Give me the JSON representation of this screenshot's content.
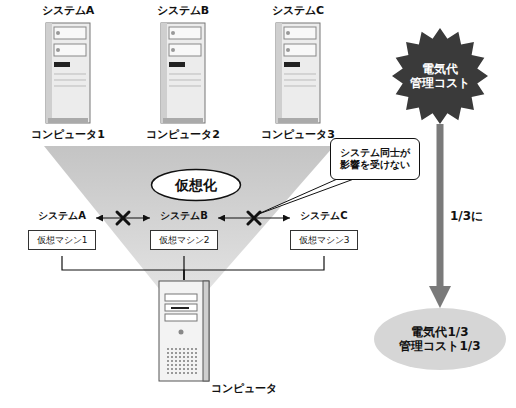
{
  "diagram": {
    "nodes": [
      {
        "text": [
          "システムA",
          "コンピュータ1"
        ]
      },
      {
        "text": [
          "システムB",
          "コンピュータ2"
        ]
      },
      {
        "text": [
          "システムC",
          "コンピュータ3"
        ]
      },
      {
        "text": [
          "電気代 管理コスト"
        ]
      },
      {
        "text": [
          "仮想化"
        ]
      },
      {
        "text": [
          "システム同士が 影響を受けない"
        ]
      },
      {
        "text": [
          "システムA",
          "仮想マシン1"
        ]
      },
      {
        "text": [
          "システムB",
          "仮想マシン2"
        ]
      },
      {
        "text": [
          "システムC",
          "仮想マシン3"
        ]
      },
      {
        "text": [
          "コンピュータ"
        ]
      },
      {
        "text": [
          "電気代1/3 管理コスト1/3"
        ]
      }
    ],
    "edges": [
      {
        "from": 6,
        "to": 7,
        "arrow": "both"
      },
      {
        "from": 7,
        "to": 8,
        "arrow": "both"
      },
      {
        "from": 6,
        "to": 9,
        "arrow": "none"
      },
      {
        "from": 7,
        "to": 9,
        "arrow": "none"
      },
      {
        "from": 8,
        "to": 9,
        "arrow": "none"
      },
      {
        "from": 3,
        "to": 10,
        "arrow": "to",
        "label": "1/3に"
      }
    ]
  }
}
